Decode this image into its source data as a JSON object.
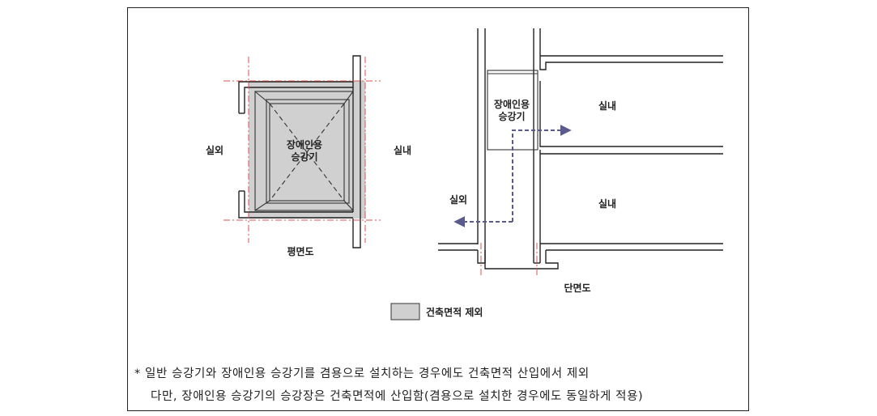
{
  "plan": {
    "elevator_line1": "장애인용",
    "elevator_line2": "승강기",
    "outdoor": "실외",
    "indoor": "실내",
    "caption": "평면도"
  },
  "section": {
    "elevator_line1": "장애인용",
    "elevator_line2": "승강기",
    "indoor_upper": "실내",
    "indoor_lower": "실내",
    "outdoor": "실외",
    "caption": "단면도"
  },
  "legend": {
    "label": "건축면적 제외",
    "swatch_color": "#d0d0d0"
  },
  "notes": {
    "line1": "* 일반 승강기와 장애인용 승강기를 겸용으로 설치하는 경우에도 건축면적 산입에서 제외",
    "line2": "다만, 장애인용 승강기의 승강장은 건축면적에 산입함(겸용으로 설치한 경우에도 동일하게 적용)"
  },
  "colors": {
    "excluded_area": "#d0d0d0",
    "center_line": "#d9534f",
    "path_arrow": "#5a5a8c"
  }
}
